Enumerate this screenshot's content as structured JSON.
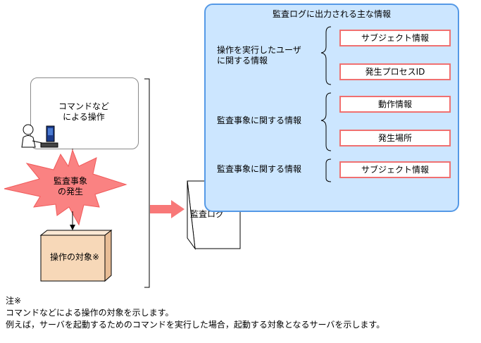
{
  "operation": {
    "label_line1": "コマンドなど",
    "label_line2": "による操作"
  },
  "event": {
    "label_line1": "監査事象",
    "label_line2": "の発生"
  },
  "target": {
    "label": "操作の対象※"
  },
  "document": {
    "label": "監査ログ"
  },
  "info_panel": {
    "title": "監査ログに出力される主な情報",
    "groups": [
      {
        "category_line1": "操作を実行したユーザ",
        "category_line2": "に関する情報",
        "items": [
          "サブジェクト情報",
          "発生プロセスID"
        ]
      },
      {
        "category_line1": "監査事象に関する情報",
        "items": [
          "動作情報",
          "発生場所"
        ]
      },
      {
        "category_line1": "監査事象に関する情報",
        "items": [
          "サブジェクト情報"
        ]
      }
    ]
  },
  "colors": {
    "panel_fill": "#cce6ff",
    "panel_border": "#5599e6",
    "item_border": "#f07070",
    "burst_fill": "#fa8282",
    "arrow_fill": "#f87878",
    "cube_front": "#f7d8b8",
    "cube_top": "#fbe8d4",
    "cube_side": "#e8bd96"
  },
  "notes": {
    "heading": "注※",
    "line1": "コマンドなどによる操作の対象を示します。",
    "line2": "例えば，サーバを起動するためのコマンドを実行した場合，起動する対象となるサーバを示します。"
  }
}
